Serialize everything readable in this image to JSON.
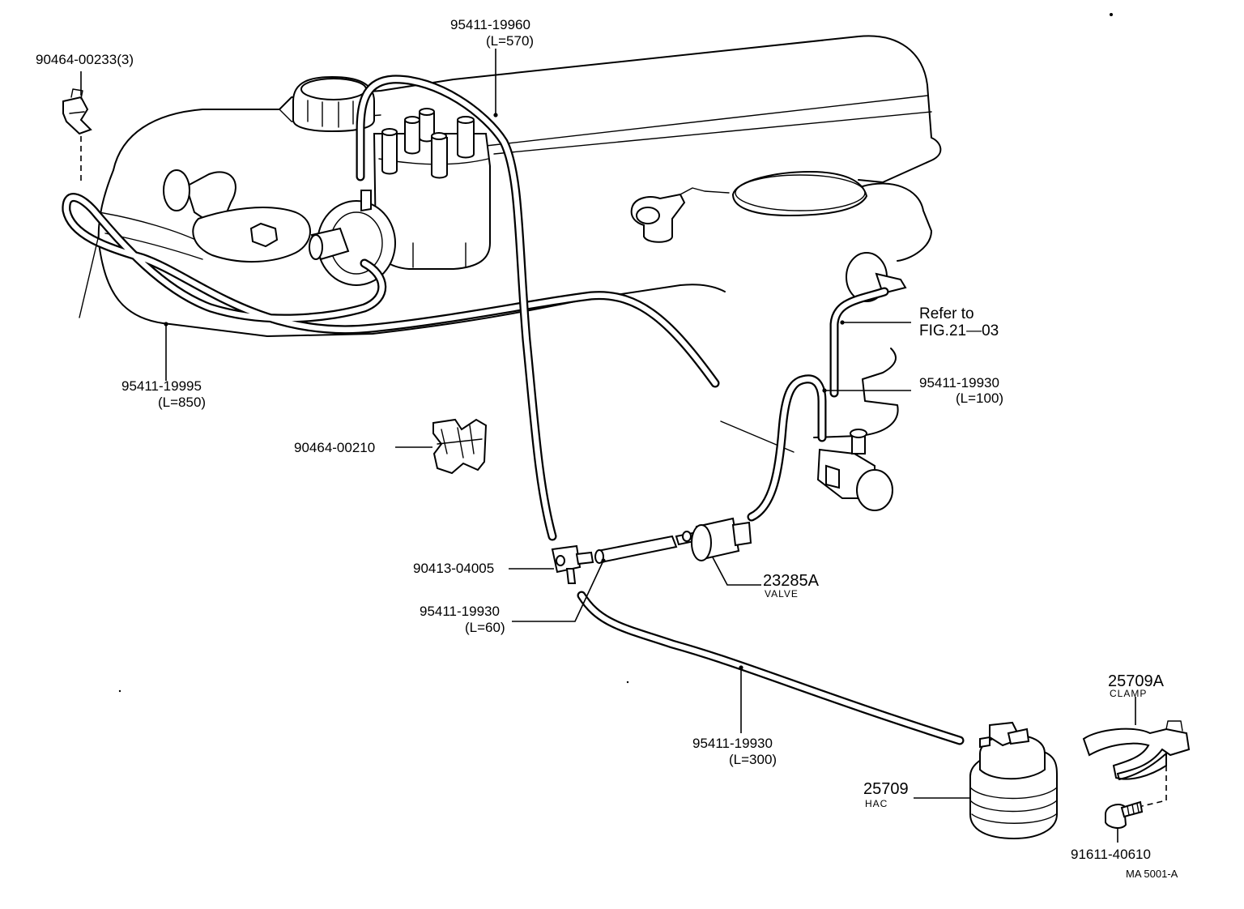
{
  "diagram": {
    "parts": {
      "clip_top_left": {
        "number": "90464-00233(3)"
      },
      "hose_top": {
        "number": "95411-19960",
        "length": "(L=570)"
      },
      "hose_left": {
        "number": "95411-19995",
        "length": "(L=850)"
      },
      "clip_middle": {
        "number": "90464-00210"
      },
      "refer": {
        "line1": "Refer to",
        "line2": "FIG.21—03"
      },
      "hose_right": {
        "number": "95411-19930",
        "length": "(L=100)"
      },
      "joint": {
        "number": "90413-04005"
      },
      "valve": {
        "number": "23285A",
        "name": "VALVE"
      },
      "hose_short": {
        "number": "95411-19930",
        "length": "(L=60)"
      },
      "hose_long": {
        "number": "95411-19930",
        "length": "(L=300)"
      },
      "clamp": {
        "number": "25709A",
        "name": "CLAMP"
      },
      "hac": {
        "number": "25709",
        "name": "HAC"
      },
      "bolt": {
        "number": "91611-40610"
      }
    },
    "figure_code": "MA 5001-A",
    "line_color": "#000000",
    "background_color": "#ffffff"
  }
}
